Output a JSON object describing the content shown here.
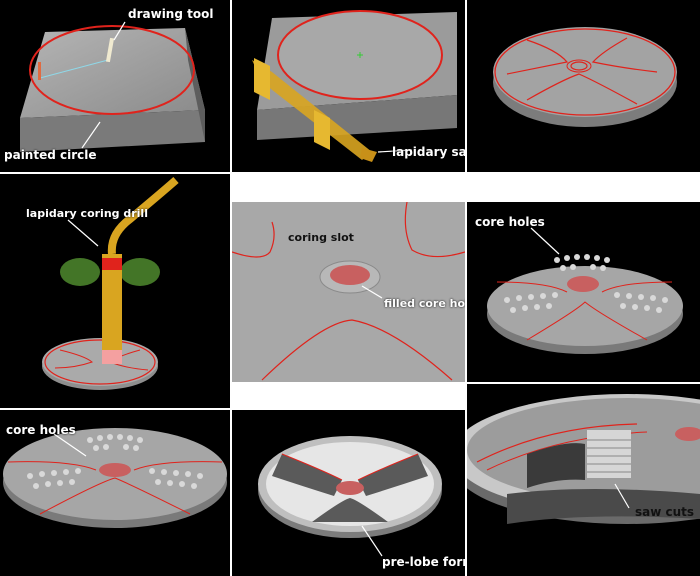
{
  "labels": {
    "drawing_tool": "drawing tool",
    "painted_circle": "painted circle",
    "lapidary_saw": "lapidary saw",
    "lapidary_coring_drill": "lapidary coring drill",
    "coring_slot": "coring slot",
    "filled_core_hole": "filled core hole",
    "core_holes_1": "core holes",
    "core_holes_2": "core holes",
    "pre_lobe_form": "pre-lobe form",
    "saw_cuts": "saw cuts"
  },
  "colors": {
    "background": "#000000",
    "stone": "#9a9a9a",
    "paint_red": "#e0231c",
    "saw_yellow": "#d9a520",
    "drill_green": "#4f8a2e",
    "core_pink": "#d97070"
  }
}
